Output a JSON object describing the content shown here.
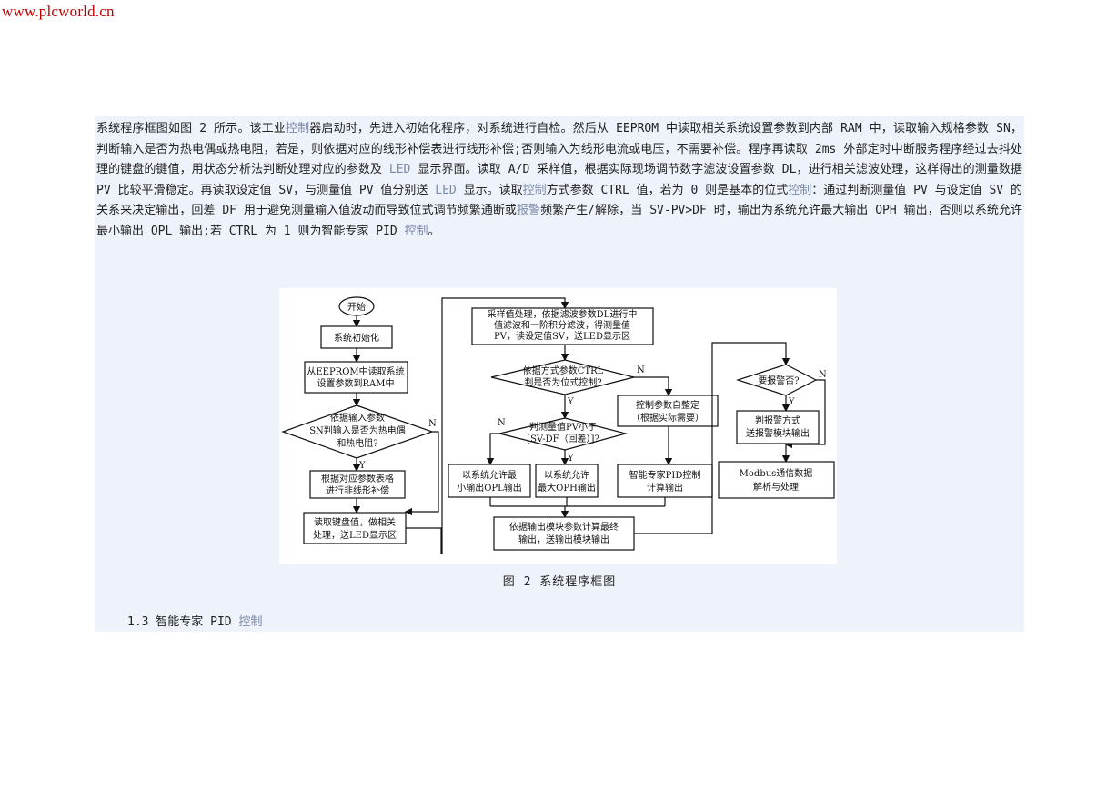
{
  "watermark": "www.plcworld.cn",
  "paragraph": {
    "seg1": "    系统程序框图如图 2 所示。该工业",
    "link1": "控制",
    "seg2": "器启动时，先进入初始化程序，对系统进行自检。然后从 EEPROM 中读取相关系统设置参数到内部 RAM 中，读取输入规格参数 SN，判断输入是否为热电偶或热电阻，若是，则依据对应的线形补偿表进行线形补偿;否则输入为线形电流或电压，不需要补偿。程序再读取 2ms 外部定时中断服务程序经过去抖处理的键盘的键值，用状态分析法判断处理对应的参数及 ",
    "link2": "LED",
    "seg3": " 显示界面。读取 A/D 采样值，根据实际现场调节数字滤波设置参数 DL，进行相关滤波处理，这样得出的测量数据 PV 比较平滑稳定。再读取设定值 SV，与测量值 PV 值分别送 ",
    "link3": "LED",
    "seg4": " 显示。读取",
    "link4": "控制",
    "seg5": "方式参数 CTRL 值，若为 0 则是基本的位式",
    "link5": "控制",
    "seg6": "：通过判断测量值 PV 与设定值 SV 的关系来决定输出，回差 DF 用于避免测量输入值波动而导致位式调节频繁通断或",
    "link6": "报警",
    "seg7": "频繁产生/解除，当 SV-PV>DF 时，输出为系统允许最大输出 OPH 输出，否则以系统允许最小输出 OPL 输出;若 CTRL 为 1 则为智能专家 PID ",
    "link7": "控制",
    "seg8": "。"
  },
  "flowchart": {
    "start": "开始",
    "init": "系统初始化",
    "eeprom_1": "从EEPROM中读取系统",
    "eeprom_2": "设置参数到RAM中",
    "judge_in_1": "依据输入参数",
    "judge_in_2": "SN判输入是否为热电偶",
    "judge_in_3": "和热电阻?",
    "comp_1": "根据对应参数表格",
    "comp_2": "进行非线形补偿",
    "key_1": "读取键盘值，做相关",
    "key_2": "处理，送LED显示区",
    "sample_1": "采样值处理，依据滤波参数DL进行中",
    "sample_2": "值滤波和一阶积分滤波，得测量值",
    "sample_3": "PV，读设定值SV，送LED显示区",
    "ctrl_1": "依据方式参数CTRL",
    "ctrl_2": "判是否为位式控制?",
    "pv_1": "判测量值PV小于",
    "pv_2": "[SV-DF（回差）]?",
    "opl_1": "以系统允许最",
    "opl_2": "小输出OPL输出",
    "oph_1": "以系统允许",
    "oph_2": "最大OPH输出",
    "tune_1": "控制参数自整定",
    "tune_2": "（根据实际需要）",
    "pid_1": "智能专家PID控制",
    "pid_2": "计算输出",
    "out_1": "依据输出模块参数计算最终",
    "out_2": "输出，送输出模块输出",
    "alarm_q": "要报警否?",
    "alarm_1": "判报警方式",
    "alarm_2": "送报警模块输出",
    "modbus_1": "Modbus通信数据",
    "modbus_2": "解析与处理",
    "y": "Y",
    "n": "N"
  },
  "caption": "图   2   系统程序框图",
  "subheading": {
    "text": "1.3   智能专家 PID ",
    "link": "控制"
  }
}
